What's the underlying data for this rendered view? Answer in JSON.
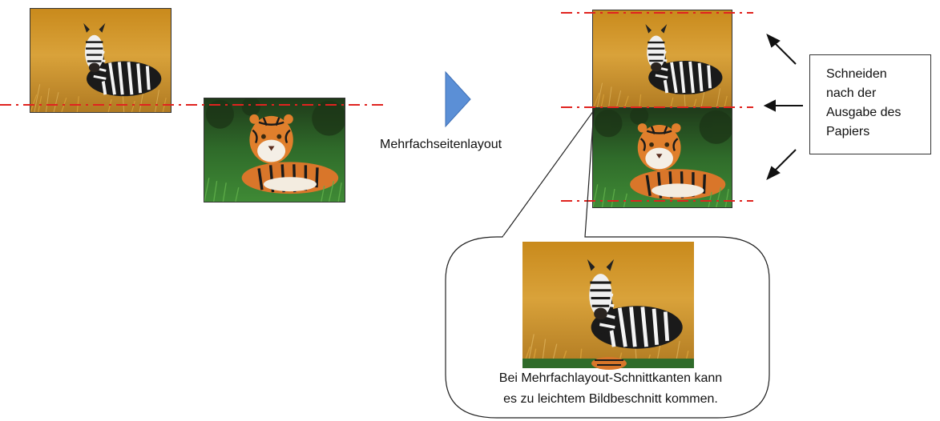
{
  "arrow_label": "Mehrfachseitenlayout",
  "callout": {
    "lines": [
      "Schneiden",
      "nach der",
      "Ausgabe des",
      "Papiers"
    ]
  },
  "caption": {
    "lines": [
      "Bei Mehrfachlayout-Schnittkanten kann",
      "es zu leichtem Bildbeschnitt kommen."
    ]
  },
  "colors": {
    "cut_line": "#e0231f",
    "arrow_fill": "#5b8fd6"
  }
}
